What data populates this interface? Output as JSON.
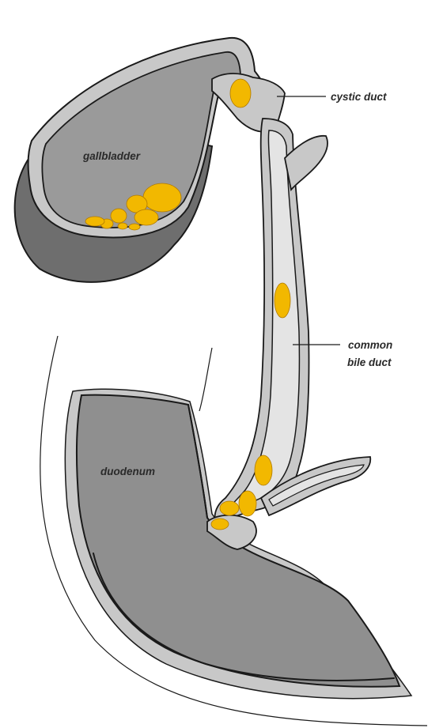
{
  "labels": {
    "gallbladder": "gallbladder",
    "cystic_duct": "cystic duct",
    "common_bile_duct_line1": "common",
    "common_bile_duct_line2": "bile duct",
    "duodenum": "duodenum"
  },
  "colors": {
    "wall_light": "#c8c8c8",
    "lumen_mid": "#9a9a9a",
    "shadow_dark": "#6e6e6e",
    "duct_inner": "#e4e4e4",
    "stone": "#f2b800",
    "outline": "#1a1a1a",
    "background": "#ffffff"
  }
}
